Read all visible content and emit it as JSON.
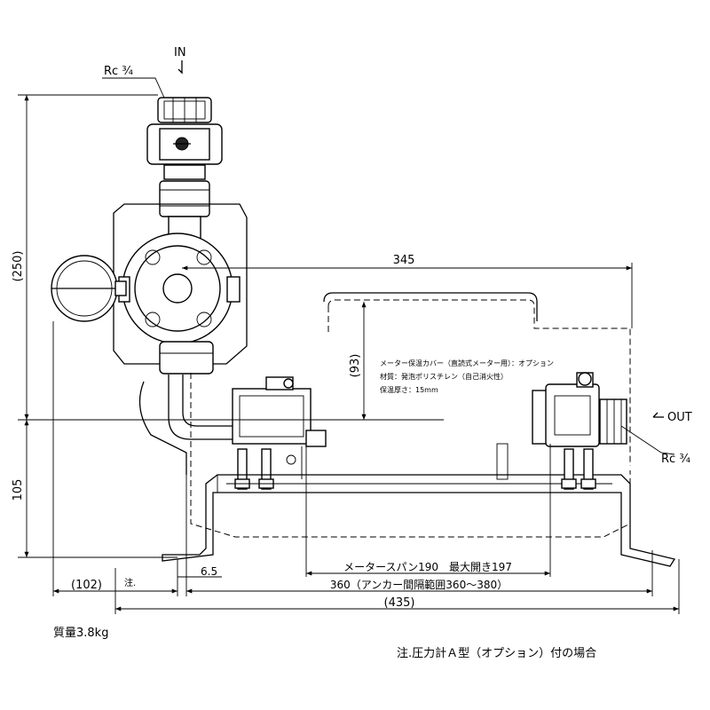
{
  "inlet": {
    "label": "IN",
    "thread": "Rc 3/4",
    "thread_display": "Rc ¾"
  },
  "outlet": {
    "label": "OUT",
    "thread": "Rc 3/4",
    "thread_display": "Rc ¾"
  },
  "dimensions": {
    "height_top": "(250)",
    "height_bottom": "105",
    "width_345": "345",
    "cover_height": "(93)",
    "gauge_offset": "(102)",
    "gauge_offset_note": "注.",
    "offset_6_5": "6.5",
    "meter_span": "メータースパン190　最大開き197",
    "anchor_pitch": "360（アンカー間隔範囲360～380）",
    "total_width": "(435)"
  },
  "cover_note": {
    "line1": "メーター保温カバー（直読式メーター用）：オプション",
    "line2": "材質：発泡ポリスチレン（自己消火性）",
    "line3": "保温厚さ：15mm"
  },
  "weight": "質量3.8kg",
  "footnote": "注.圧力計Ａ型（オプション）付の場合"
}
